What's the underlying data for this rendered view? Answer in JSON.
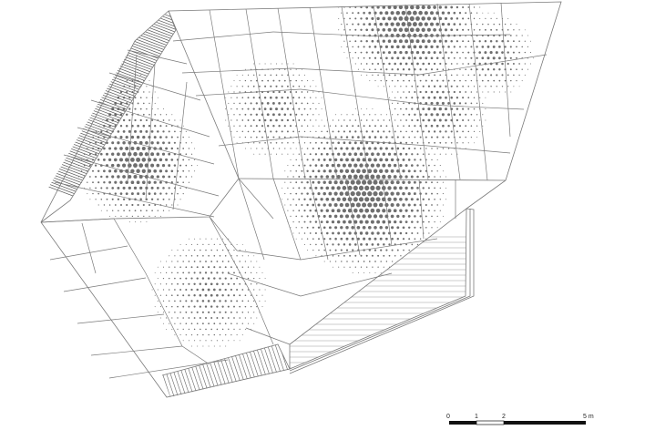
{
  "drawing": {
    "type": "roof plan",
    "colors": {
      "line": "#7a7a7a",
      "dot": "#6e6e6e",
      "background": "#ffffff"
    }
  },
  "scale_bar": {
    "labels": [
      "0",
      "1",
      "2",
      "5 m"
    ]
  }
}
